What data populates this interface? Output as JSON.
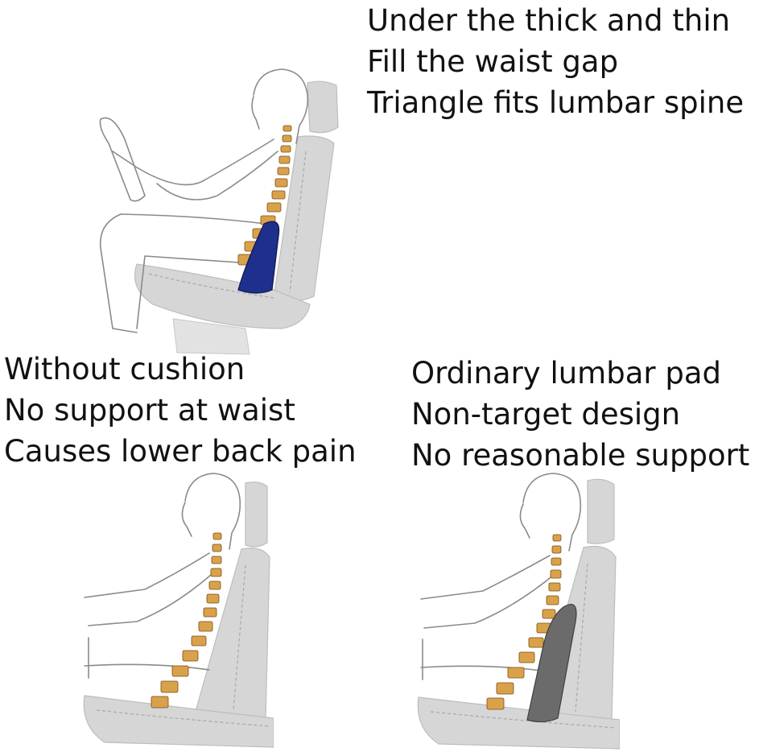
{
  "captions": {
    "main": [
      "Under the thick and thin",
      "Fill the waist gap",
      "Triangle fits lumbar spine"
    ],
    "without": [
      "Without cushion",
      "No support at waist",
      "Causes lower back pain"
    ],
    "ordinary": [
      "Ordinary lumbar pad",
      "Non-target design",
      "No reasonable support"
    ]
  },
  "colors": {
    "text": "#111111",
    "seat": "#d6d6d6",
    "spine": "#d9a24a",
    "triangle_cushion": "#1f2f8c",
    "ordinary_pad": "#6b6b6b"
  },
  "icons": {
    "illustration_top": "driver-with-triangle-lumbar-cushion",
    "illustration_left": "seated-person-without-cushion",
    "illustration_right": "seated-person-with-ordinary-lumbar-pad"
  }
}
